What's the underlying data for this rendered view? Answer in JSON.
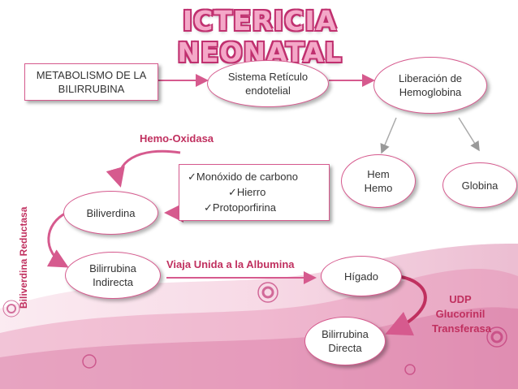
{
  "title": "ICTERICIA NEONATAL",
  "nodes": {
    "metabolismo": "METABOLISMO DE LA BILIRRUBINA",
    "sistema": "Sistema Retículo endotelial",
    "liberacion": "Liberación de Hemoglobina",
    "hem": "Hem Hemo",
    "globina": "Globina",
    "biliverdina": "Biliverdina",
    "bilirrubina_indirecta": "Bilirrubina Indirecta",
    "higado": "Hígado",
    "bilirrubina_directa": "Bilirrubina Directa"
  },
  "products": [
    "Monóxido de carbono",
    "Hierro",
    "Protoporfirina"
  ],
  "labels": {
    "hemo_oxidasa": "Hemo-Oxidasa",
    "viaja": "Viaja Unida a la Albumina",
    "udp": "UDP Glucorinil Transferasa",
    "reductasa": "Biliverdina Reductasa"
  },
  "colors": {
    "accent": "#c0305f",
    "border": "#d65a8e"
  }
}
